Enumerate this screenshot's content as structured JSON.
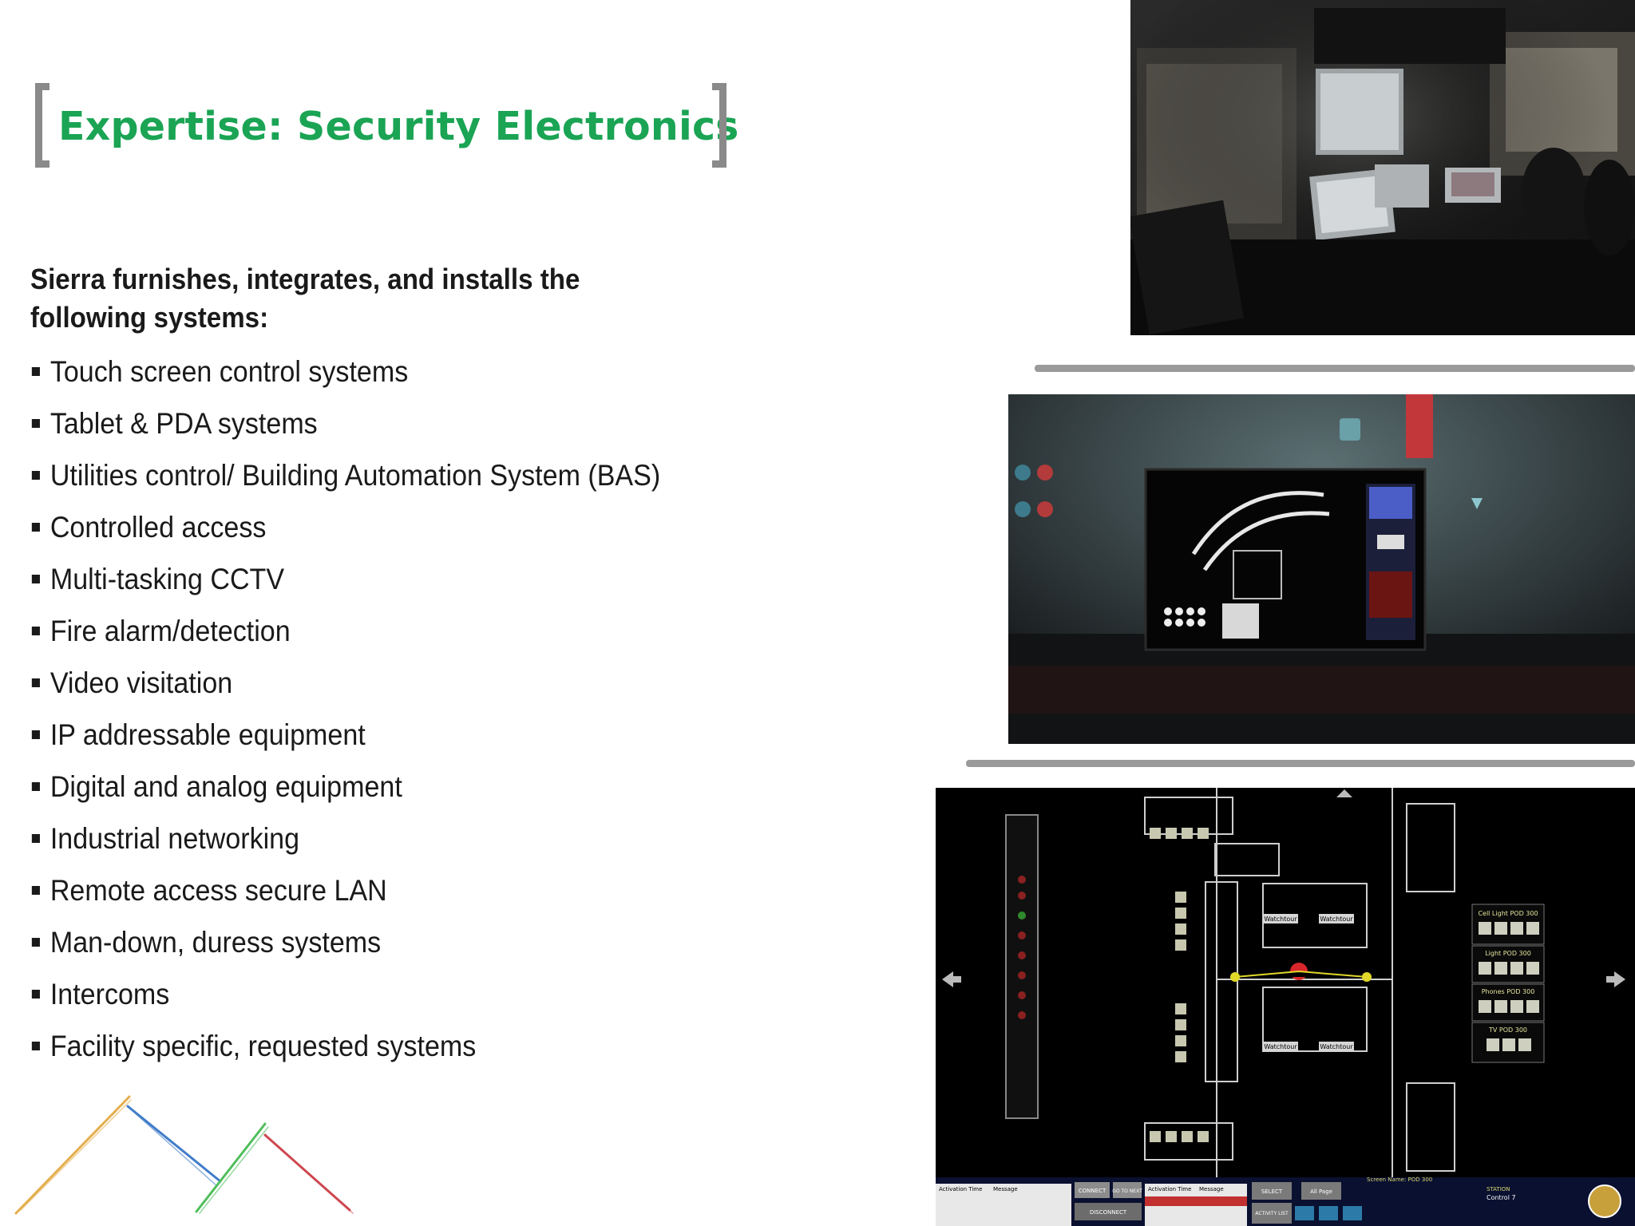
{
  "slide": {
    "title": "Expertise: Security Electronics",
    "intro": "Sierra furnishes, integrates, and installs the following systems:",
    "bullets": [
      "Touch screen control systems",
      "Tablet & PDA systems",
      "Utilities control/ Building Automation System (BAS)",
      "Controlled access",
      "Multi-tasking CCTV",
      "Fire alarm/detection",
      "Video visitation",
      "IP addressable equipment",
      "Digital and analog equipment",
      "Industrial networking",
      "Remote access secure LAN",
      "Man-down, duress systems",
      "Intercoms",
      "Facility specific, requested systems"
    ]
  },
  "screen_ui": {
    "pod_labels": [
      "Cell Light POD 300",
      "Light POD 300",
      "Phones POD 300",
      "TV POD 300"
    ],
    "watchtour_label": "Watchtour",
    "buttons": [
      "CONNECT",
      "GO TO NEXT",
      "DISCONNECT",
      "SELECT",
      "All Page",
      "ACTIVITY LIST"
    ],
    "column_headers": [
      "Activation Time",
      "Message"
    ],
    "screen_name": "Screen Name: POD 300",
    "station_label": "STATION",
    "station_value": "Control 7"
  },
  "colors": {
    "title_green": "#1aa454",
    "bracket_gray": "#8a8a8a",
    "text": "#1a1a1a",
    "logo_lines": [
      "#e2a63a",
      "#2d6fc4",
      "#3cb84a",
      "#c8343d"
    ]
  }
}
